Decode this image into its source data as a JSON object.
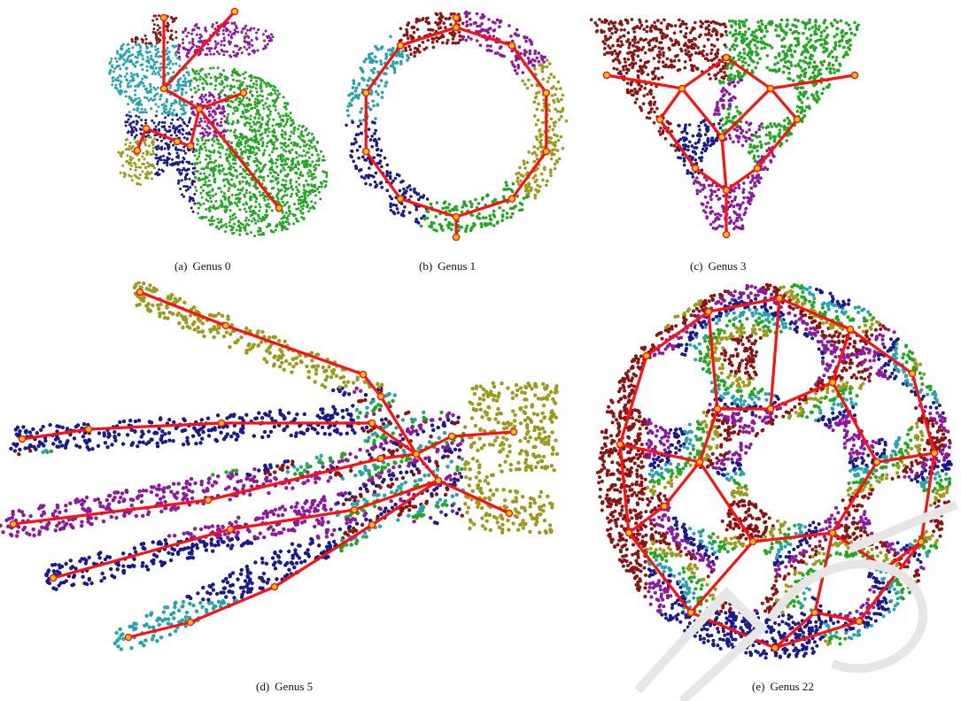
{
  "figure": {
    "panels": [
      {
        "id": "a",
        "label": "(a)",
        "title": "Genus 0"
      },
      {
        "id": "b",
        "label": "(b)",
        "title": "Genus 1"
      },
      {
        "id": "c",
        "label": "(c)",
        "title": "Genus 3"
      },
      {
        "id": "d",
        "label": "(d)",
        "title": "Genus 5"
      },
      {
        "id": "e",
        "label": "(e)",
        "title": "Genus 22"
      }
    ]
  },
  "colors": {
    "skeleton": "#ff1010",
    "node_fill": "#f7c318",
    "mesh_edge": "#999999",
    "segments": [
      "#22a722",
      "#24a4ac",
      "#1a1a8c",
      "#8b1a9e",
      "#8a1414",
      "#9c9a1c"
    ]
  }
}
